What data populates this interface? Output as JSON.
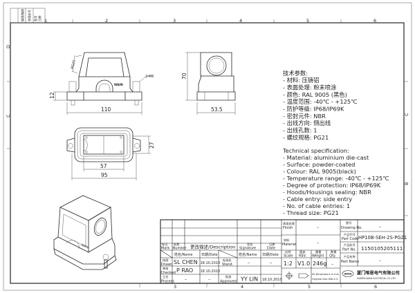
{
  "frame": {
    "col_markers": [
      "1",
      "2",
      "3",
      "4",
      "5",
      "6"
    ],
    "row_markers_left": [
      "D",
      "C"
    ],
    "row_markers_right": [
      "C",
      "B"
    ],
    "corner_labels": [
      "描图/描校",
      "底图总号",
      "签字",
      "日期"
    ]
  },
  "views": {
    "front": {
      "dim_width": "110",
      "dim_height": "12",
      "thread_label": "PG21",
      "screw_label": "2-M6",
      "logo_text": "WAIN"
    },
    "side": {
      "dim_height": "70",
      "dim_width": "53.5"
    },
    "top": {
      "dim_inner": "57",
      "dim_outer": "95",
      "dim_height": "27"
    }
  },
  "spec_cn": [
    "技术参数:",
    "- 材料: 压铸铝",
    "- 表面处理: 粉末喷涂",
    "- 颜色: RAL 9005 (黑色)",
    "- 温度范围: -40℃ - +125℃",
    "- 防护等级: IP68/IP69K",
    "- 密封元件: NBR",
    "- 出线方向: 侧出线",
    "- 出线孔数: 1",
    "- 螺纹规格: PG21"
  ],
  "spec_en": [
    "Technical specification:",
    "- Material: aluminium die-cast",
    "- Surface: powder-coated",
    "- Colour: RAL 9005(black)",
    "- Temperature range: -40℃ - +125℃",
    "- Degree of protection: IP68/IP69K",
    "- Hoods/Housings sealing: NBR",
    "- Cable entry: side entry",
    "- No. of cable entries: 1",
    "- Thread size: PG21"
  ],
  "title_block": {
    "mark_cn": "标记",
    "mark": "Mark",
    "number_cn": "处数",
    "number": "Number",
    "description": "更改描述/Description",
    "signature_cn": "签名",
    "signature": "Signature",
    "date_cn": "日期",
    "date": "Date",
    "name_date_1": "姓名/Name",
    "date_1": "日期/Date",
    "name_date_2": "姓名/Name",
    "date_2": "日期/Date",
    "drawn_cn": "绘图",
    "drawn": "Drawn",
    "drawn_name": "SL CHEN",
    "drawn_date": "18.10.2010",
    "checked_cn": "审核",
    "checked": "Checked",
    "checked_name": "P RAO",
    "checked_date": "18.10.2010",
    "process_cn": "工艺",
    "process": "Process",
    "process_name": "–",
    "process_date": "–",
    "stand_cn": "标准化",
    "stand": "Stand.",
    "stand_name": "–",
    "stand_date": "–",
    "approved_cn": "批准",
    "approved": "Approved",
    "approved_name": "YY LIN",
    "approved_date": "18.10.2010",
    "finish_cn": "表面处理",
    "finish": "Finish",
    "finish_value": "–",
    "material_cn": "材料",
    "material": "Material",
    "material_value": "–",
    "scale_cn": "比例",
    "scale": "Scale",
    "scale_value": "1:2",
    "rev_cn": "版本",
    "rev": "REV.",
    "rev_value": "V1.0",
    "weight_cn": "重量",
    "weight": "Weight",
    "weight_value": "246g",
    "qty_cn": "数量",
    "qty": "Qty.",
    "qty_value": "–",
    "dims_note_1": "All Dimensions in mm",
    "dims_note_2": "Original Size DIN A 4",
    "drawing_no_cn": "图号",
    "drawing_no": "Drawing No.",
    "drawing_no_value": "–",
    "part_code_cn": "产品代号",
    "part_code": "Part Code",
    "part_code_value": "HP10B-SEH-2S-PG21",
    "part_no_cn": "产品料号",
    "part_no": "Part No.",
    "part_no_value": "1150105205111",
    "part_name_cn": "产品名称",
    "part_name": "Part Name",
    "part_name_value": "–",
    "logo": "WAIN",
    "company_cn": "厦门唯恩电气有限公司",
    "company_en": "XIAMEN WAIN ELECTRICAL CO.,LTD"
  }
}
